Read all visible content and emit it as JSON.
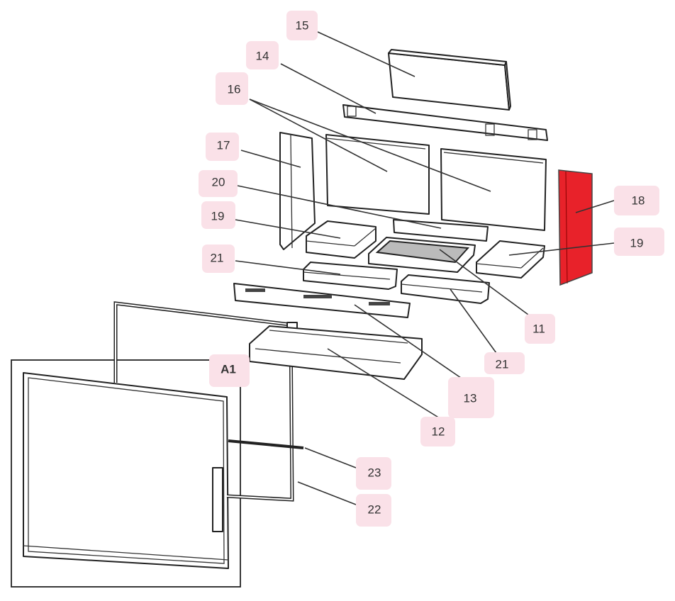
{
  "diagram": {
    "labels": {
      "p15": "15",
      "p14": "14",
      "p16": "16",
      "p17": "17",
      "p20": "20",
      "p19a": "19",
      "p21a": "21",
      "p18": "18",
      "p19b": "19",
      "p11": "11",
      "p21b": "21",
      "p13": "13",
      "p12": "12",
      "p23": "23",
      "p22": "22",
      "a1": "A1"
    },
    "colors": {
      "label_bg": "#fae1e8",
      "highlight_part": "#e8222a"
    },
    "highlighted_part": "18"
  }
}
